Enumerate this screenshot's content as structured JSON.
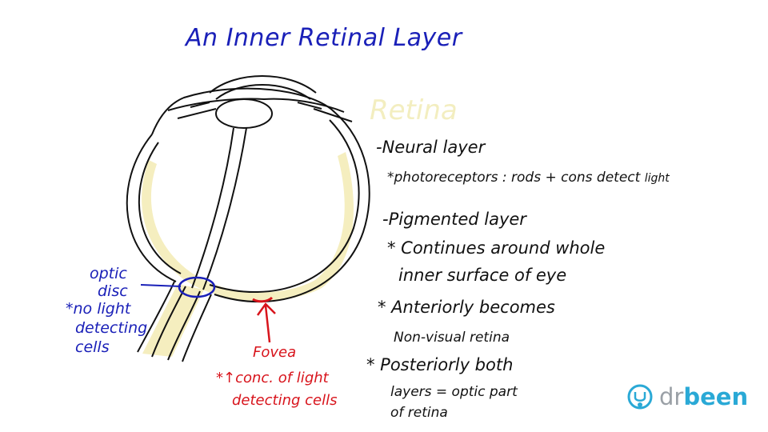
{
  "title": "An Inner Retinal Layer",
  "heading": "Retina",
  "notes": {
    "neural": "-Neural layer",
    "photo": "*photoreceptors : rods + cons detect",
    "photo_light": "light",
    "pigmented": "-Pigmented layer",
    "cont1": "* Continues around whole",
    "cont2": "inner surface of eye",
    "ant1": "* Anteriorly becomes",
    "ant2": "Non-visual retina",
    "post1": "* Posteriorly both",
    "post2": "layers = optic part",
    "post3": "of retina"
  },
  "optic_disc": {
    "l1": "optic",
    "l2": "disc",
    "l3": "*no light",
    "l4": "detecting",
    "l5": "cells"
  },
  "fovea": {
    "l1": "Fovea",
    "l2": "*↑conc. of light",
    "l3": "detecting cells"
  },
  "logo": {
    "dr": "dr",
    "been": "been"
  },
  "colors": {
    "title_blue": "#1a20b8",
    "annot_red": "#d8141c",
    "retina_yellow": "#f5eebf",
    "logo_blue": "#2aa9d6",
    "logo_gray": "#9aa0a6"
  }
}
